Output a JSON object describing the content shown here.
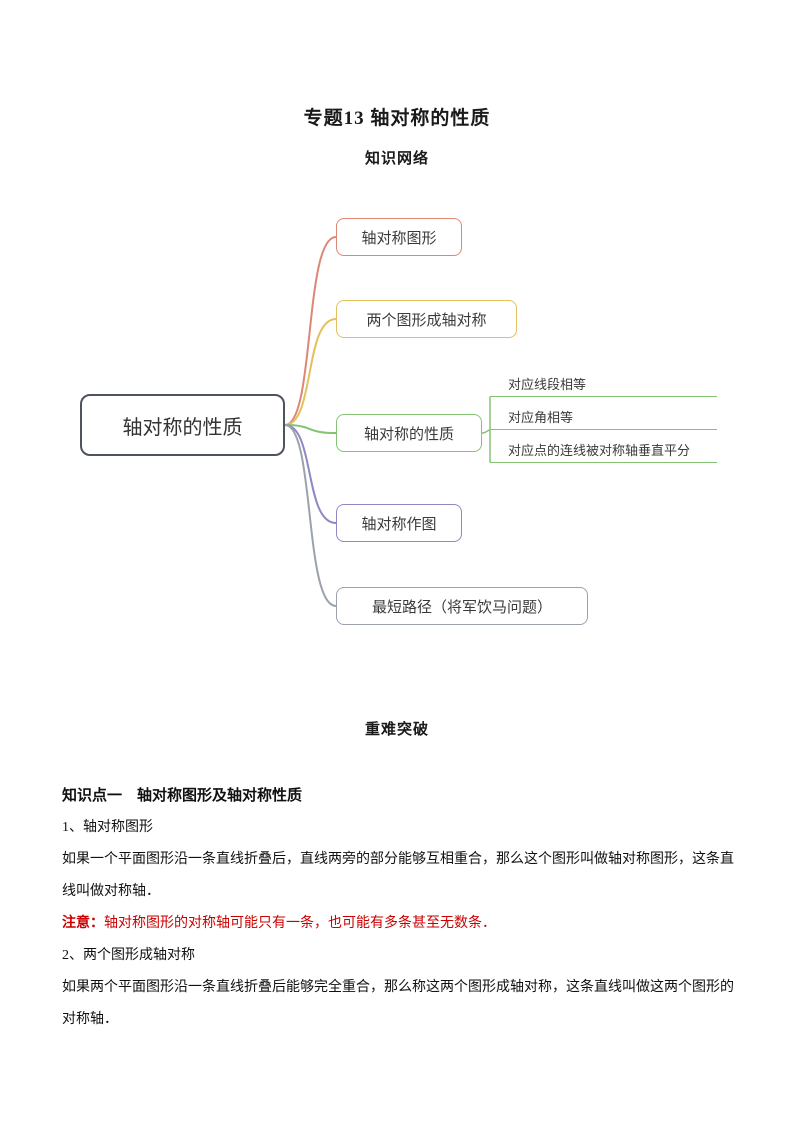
{
  "doc": {
    "title": "专题13 轴对称的性质",
    "section_network": "知识网络",
    "section_breakthrough": "重难突破"
  },
  "mindmap": {
    "root": {
      "label": "轴对称的性质",
      "color": "#4e5360"
    },
    "branches": [
      {
        "label": "轴对称图形",
        "color": "#dc8874"
      },
      {
        "label": "两个图形成轴对称",
        "color": "#e4c05e"
      },
      {
        "label": "轴对称的性质",
        "color": "#85c374",
        "children": [
          {
            "label": "对应线段相等"
          },
          {
            "label": "对应角相等"
          },
          {
            "label": "对应点的连线被对称轴垂直平分"
          }
        ]
      },
      {
        "label": "轴对称作图",
        "color": "#8f88c2"
      },
      {
        "label": "最短路径（将军饮马问题）",
        "color": "#9ba2ae"
      }
    ]
  },
  "content": {
    "kp1_heading": "知识点一　轴对称图形及轴对称性质",
    "p1_title": "1、轴对称图形",
    "p1_body": "如果一个平面图形沿一条直线折叠后，直线两旁的部分能够互相重合，那么这个图形叫做轴对称图形，这条直线叫做对称轴．",
    "note_label": "注意：",
    "note_body": "轴对称图形的对称轴可能只有一条，也可能有多条甚至无数条．",
    "note_color": "#cc0000",
    "p2_title": "2、两个图形成轴对称",
    "p2_body": "如果两个平面图形沿一条直线折叠后能够完全重合，那么称这两个图形成轴对称，这条直线叫做这两个图形的对称轴．"
  }
}
